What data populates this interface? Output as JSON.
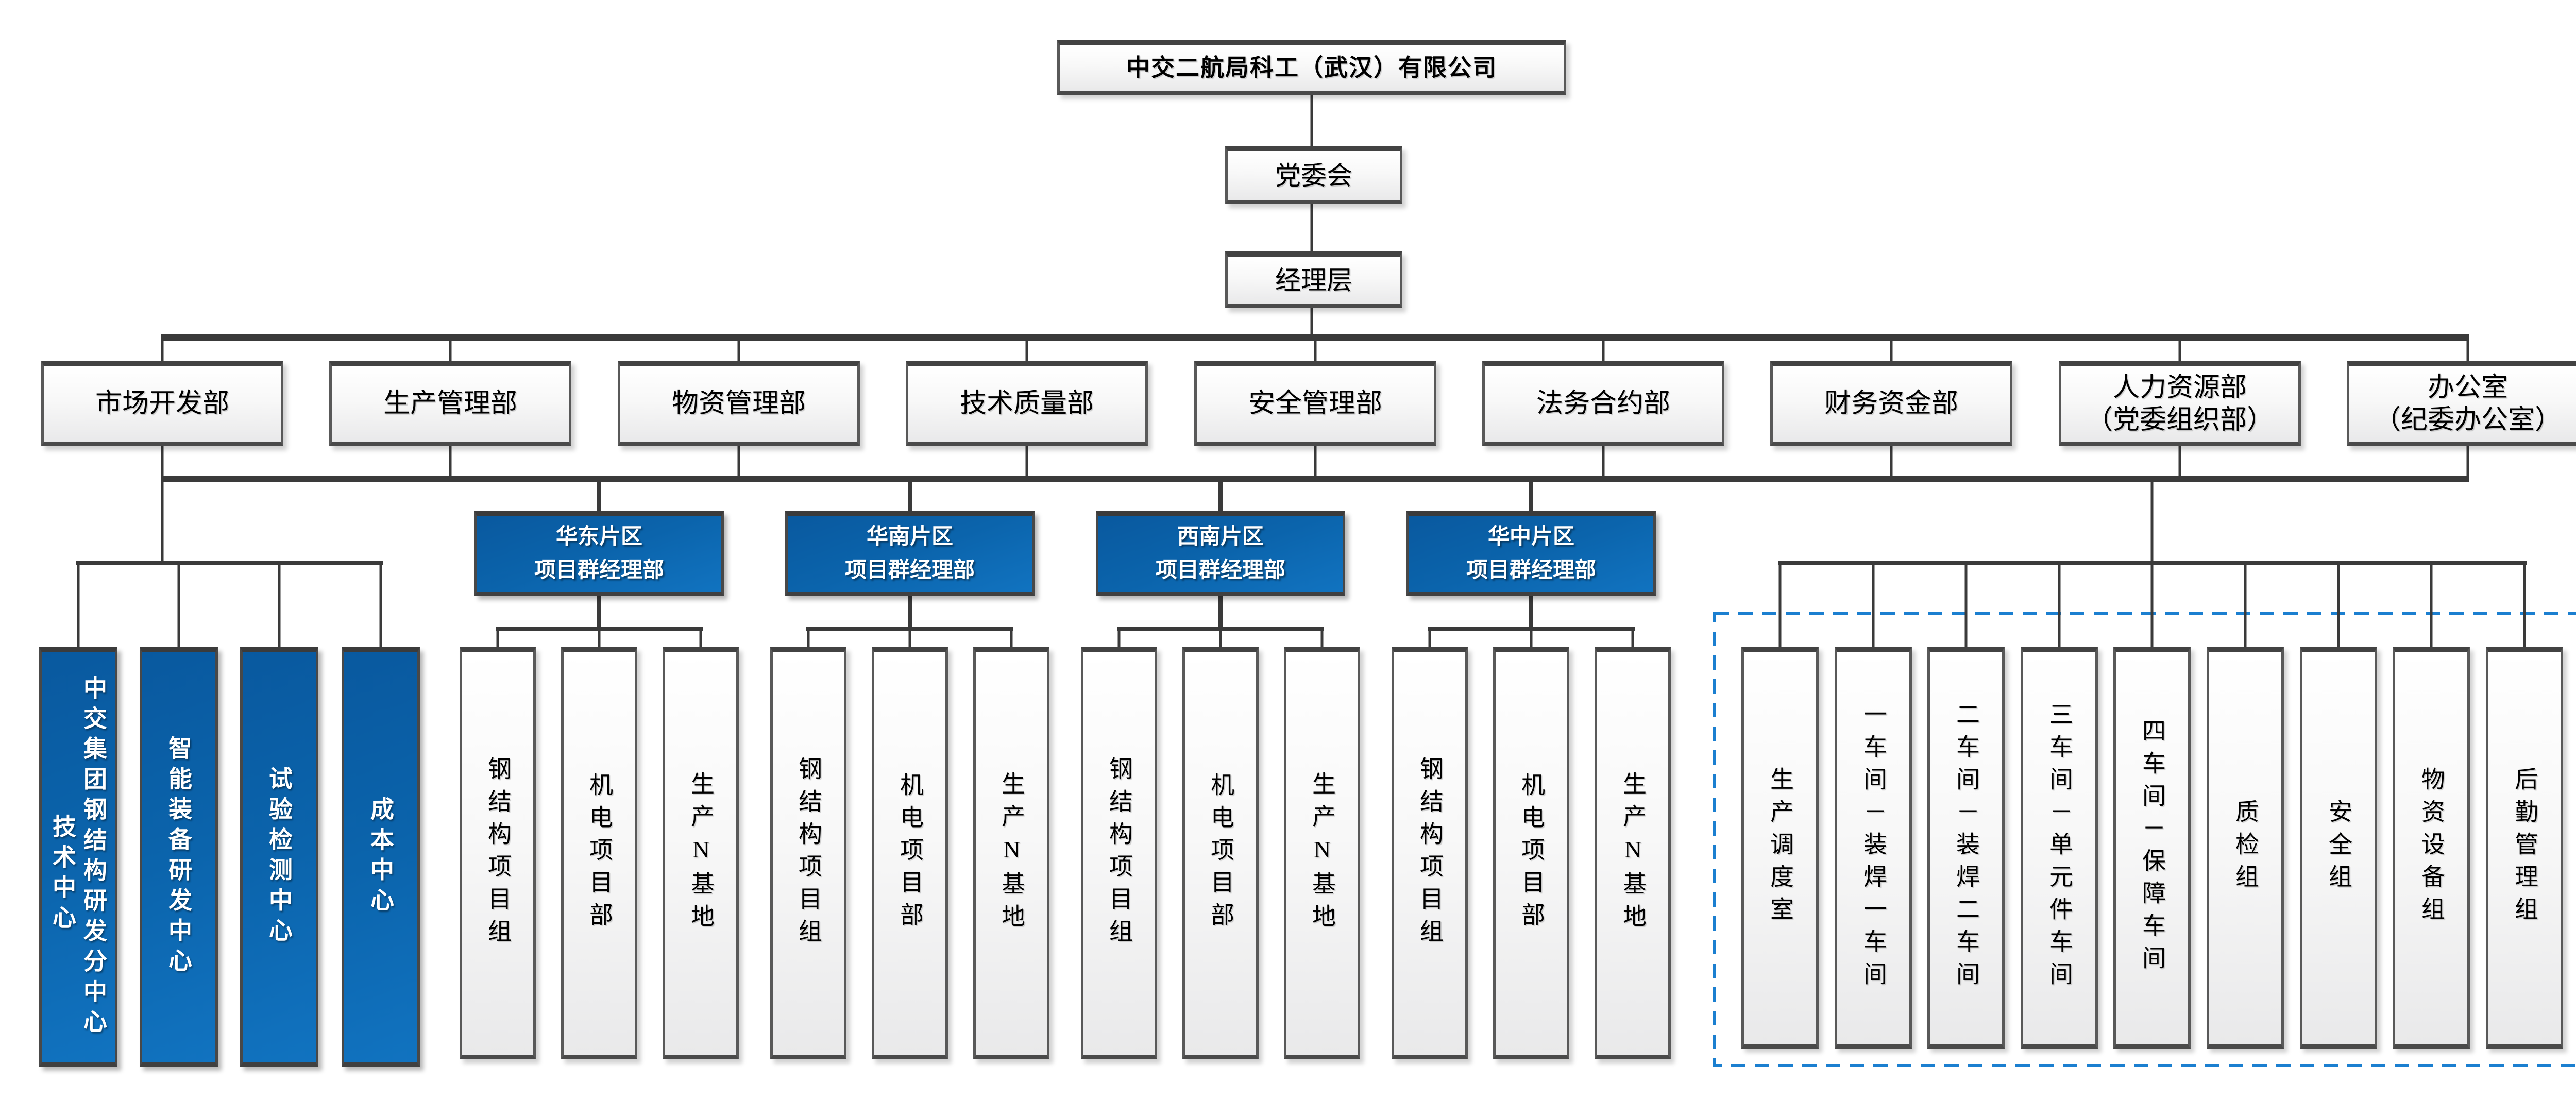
{
  "org_chart": {
    "company": "中交二航局科工（武汉）有限公司",
    "party_committee": "党委会",
    "management_layer": "经理层",
    "departments": [
      {
        "label": "市场开发部"
      },
      {
        "label": "生产管理部"
      },
      {
        "label": "物资管理部"
      },
      {
        "label": "技术质量部"
      },
      {
        "label": "安全管理部"
      },
      {
        "label": "法务合约部"
      },
      {
        "label": "财务资金部"
      },
      {
        "label": "人力资源部",
        "sublabel": "（党委组织部）"
      },
      {
        "label": "办公室",
        "sublabel": "（纪委办公室）"
      }
    ],
    "regions": [
      {
        "line1": "华东片区",
        "line2": "项目群经理部"
      },
      {
        "line1": "华南片区",
        "line2": "项目群经理部"
      },
      {
        "line1": "西南片区",
        "line2": "项目群经理部"
      },
      {
        "line1": "华中片区",
        "line2": "项目群经理部"
      }
    ],
    "region_children": [
      "钢结构项目组",
      "机电项目部",
      "生产N基地"
    ],
    "centers": [
      {
        "name": "中交集团钢结构研发分中心",
        "subname": "技术中心"
      },
      {
        "name": "智能装备研发中心"
      },
      {
        "name": "试验检测中心"
      },
      {
        "name": "成本中心"
      }
    ],
    "workshop_group": [
      "生产调度室",
      "一车间－装焊一车间",
      "二车间－装焊二车间",
      "三车间－单元件车间",
      "四车间－保障车间",
      "质检组",
      "安全组",
      "物资设备组",
      "后勤管理组"
    ],
    "colors": {
      "box_blue": "#0b64ac",
      "dashed_border": "#1b7fd0",
      "connector": "#3a3a3a",
      "box_border": "#4a4a4a"
    }
  }
}
